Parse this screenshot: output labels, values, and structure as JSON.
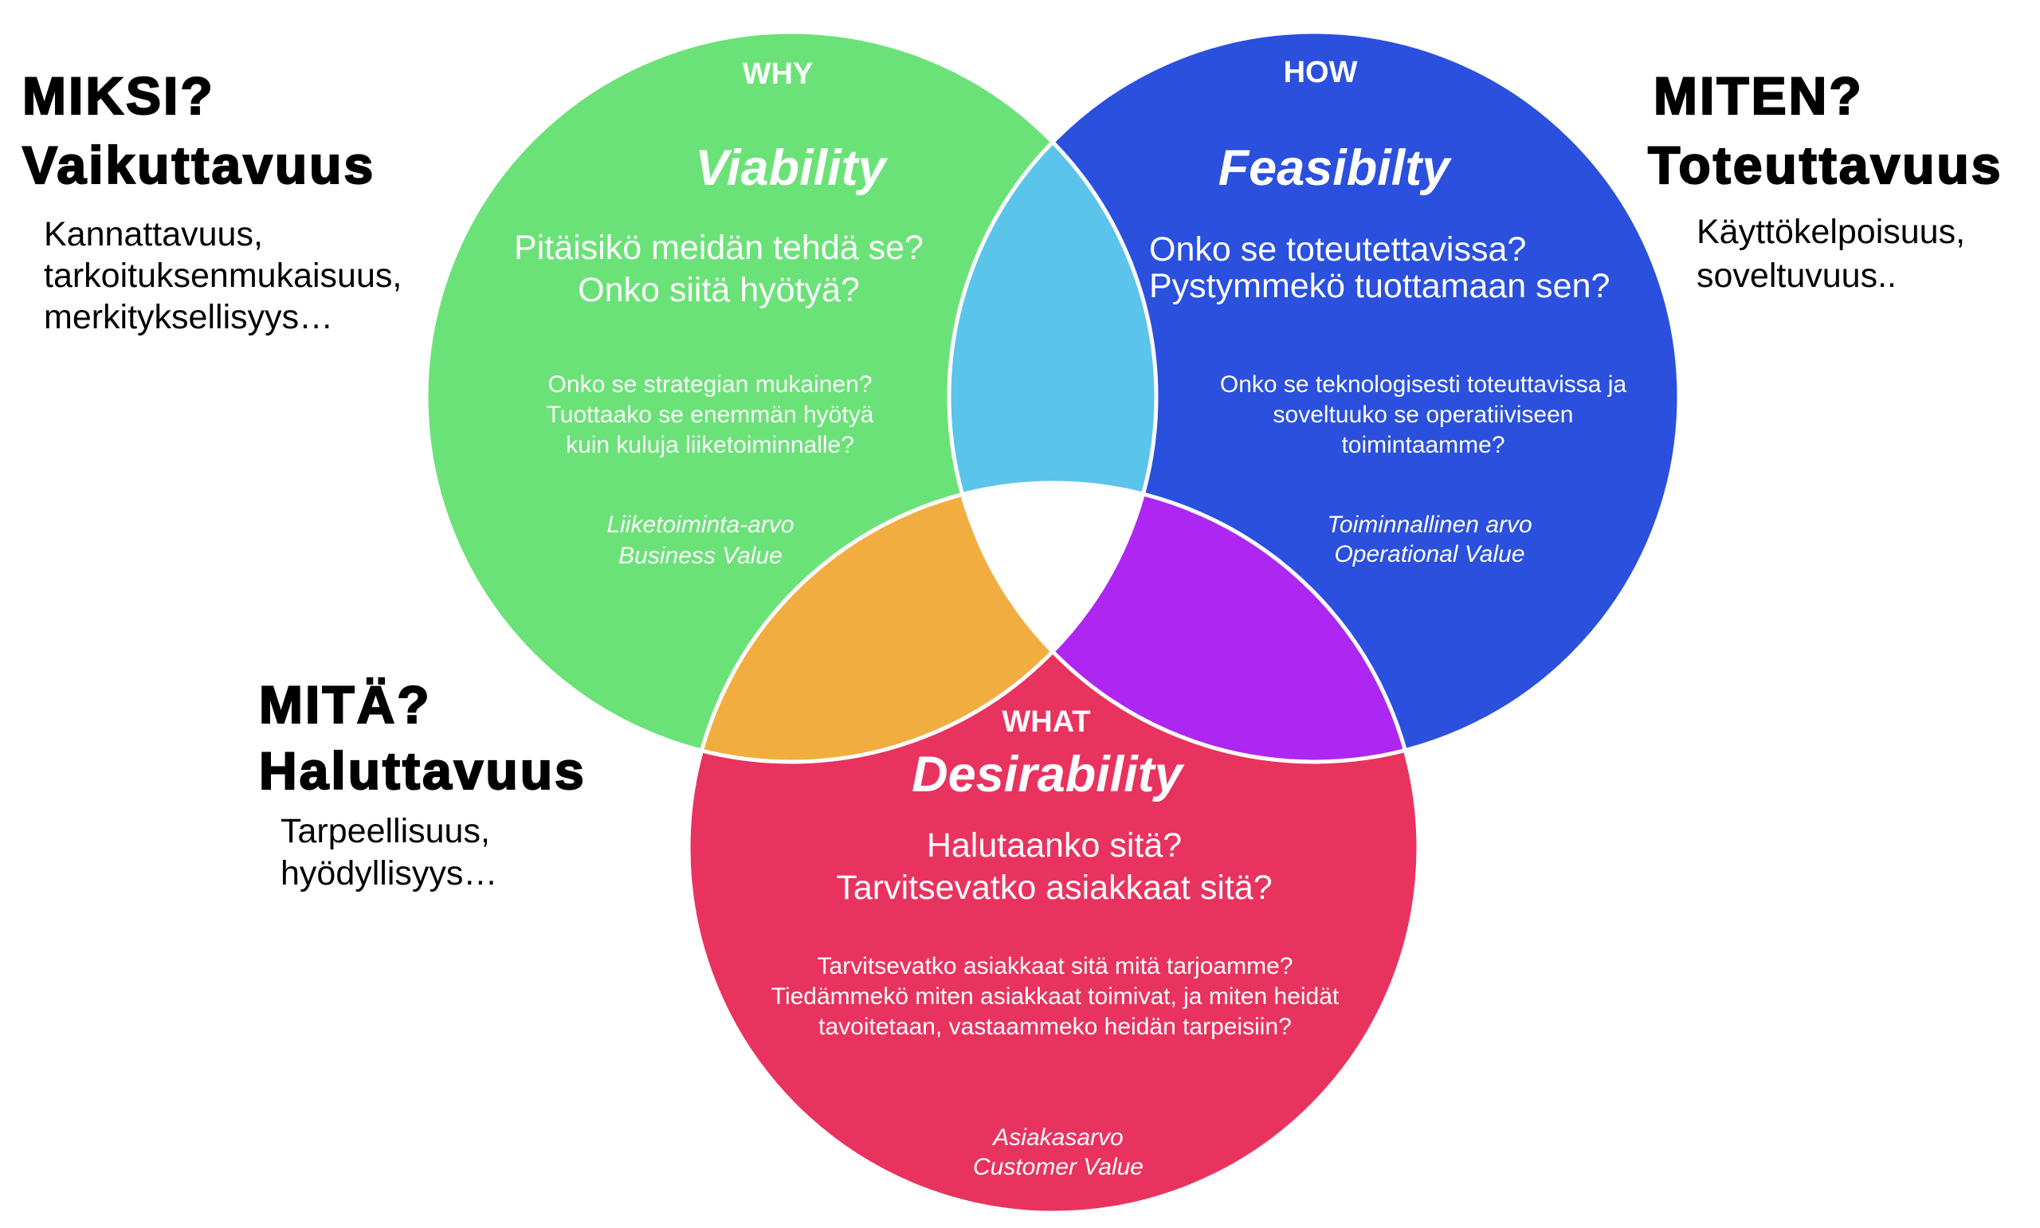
{
  "colors": {
    "viability": "#6BE278",
    "feasibility": "#2A50DD",
    "desirability": "#E9335F",
    "viability_feasibility": "#5BC4EB",
    "viability_desirability": "#F2AD41",
    "feasibility_desirability": "#AD26F1",
    "center": "#FFFFFF"
  },
  "side_labels": {
    "why": {
      "question": "MIKSI?",
      "heading": "Vaikuttavuus",
      "description": [
        "Kannattavuus,",
        "tarkoituksenmukaisuus,",
        "merkityksellisyys…"
      ]
    },
    "how": {
      "question": "MITEN?",
      "heading": "Toteuttavuus",
      "description": [
        "Käyttökelpoisuus,",
        "soveltuvuus.."
      ]
    },
    "what": {
      "question": "MITÄ?",
      "heading": "Haluttavuus",
      "description": [
        "Tarpeellisuus,",
        "hyödyllisyys…"
      ]
    }
  },
  "circles": {
    "viability": {
      "kicker": "WHY",
      "title": "Viability",
      "questions": [
        "Pitäisikö meidän tehdä se?",
        "Onko siitä hyötyä?"
      ],
      "details": [
        "Onko se strategian mukainen?",
        "Tuottaako se enemmän hyötyä",
        "kuin kuluja liiketoiminnalle?"
      ],
      "value": [
        "Liiketoiminta-arvo",
        "Business Value"
      ]
    },
    "feasibility": {
      "kicker": "HOW",
      "title": "Feasibilty",
      "questions": [
        "Onko se toteutettavissa?",
        "Pystymmekö tuottamaan sen?"
      ],
      "details": [
        "Onko se teknologisesti toteuttavissa ja",
        "soveltuuko se operatiiviseen",
        "toimintaamme?"
      ],
      "value": [
        "Toiminnallinen arvo",
        "Operational Value"
      ]
    },
    "desirability": {
      "kicker": "WHAT",
      "title": "Desirability",
      "questions": [
        "Halutaanko sitä?",
        "Tarvitsevatko asiakkaat sitä?"
      ],
      "details": [
        "Tarvitsevatko asiakkaat sitä mitä tarjoamme?",
        "Tiedämmekö miten asiakkaat toimivat, ja miten heidät",
        "tavoitetaan, vastaammeko heidän tarpeisiin?"
      ],
      "value": [
        "Asiakasarvo",
        "Customer Value"
      ]
    }
  }
}
